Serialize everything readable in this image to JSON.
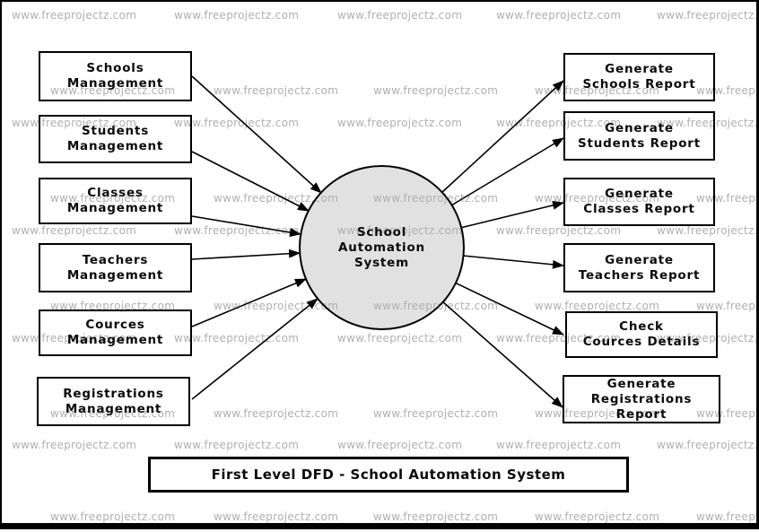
{
  "watermark": {
    "text": "www.freeprojectz.com",
    "color": "#b0b0b0"
  },
  "diagram": {
    "title": "First Level DFD - School Automation System",
    "process": {
      "lines": [
        "School",
        "Automation",
        "System"
      ],
      "fill": "#e1e1e1"
    },
    "left_entities": [
      {
        "line1": "Schools",
        "line2": "Management"
      },
      {
        "line1": "Students",
        "line2": "Management"
      },
      {
        "line1": "Classes",
        "line2": "Management"
      },
      {
        "line1": "Teachers",
        "line2": "Management"
      },
      {
        "line1": "Cources",
        "line2": "Management"
      },
      {
        "line1": "Registrations",
        "line2": "Management"
      }
    ],
    "right_entities": [
      {
        "line1": "Generate",
        "line2": "Schools Report"
      },
      {
        "line1": "Generate",
        "line2": "Students Report"
      },
      {
        "line1": "Generate",
        "line2": "Classes Report"
      },
      {
        "line1": "Generate",
        "line2": "Teachers Report"
      },
      {
        "line1": "Check",
        "line2": "Cources Details"
      },
      {
        "line1": "Generate",
        "line2": "Registrations Report"
      }
    ]
  }
}
